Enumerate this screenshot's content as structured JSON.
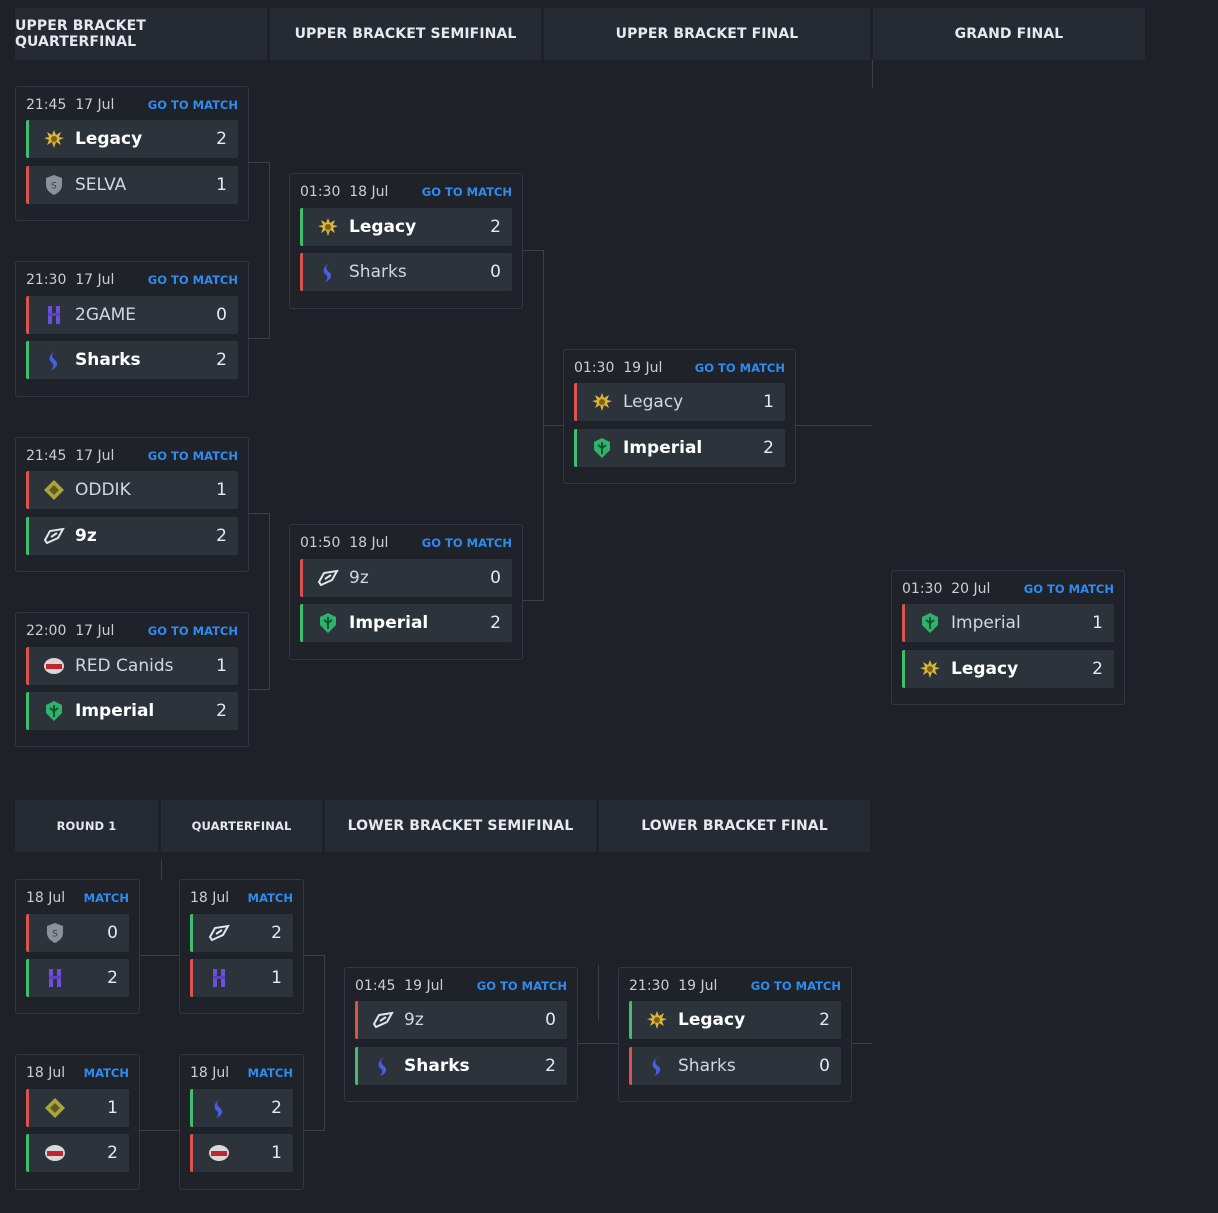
{
  "upper": {
    "headers": [
      "UPPER BRACKET QUARTERFINAL",
      "UPPER BRACKET SEMIFINAL",
      "UPPER BRACKET FINAL",
      "GRAND FINAL"
    ],
    "matches": [
      {
        "time": "21:45",
        "date": "17 Jul",
        "link": "GO TO MATCH",
        "t1": {
          "name": "Legacy",
          "score": "2",
          "logo": "legacy-icon",
          "win": true
        },
        "t2": {
          "name": "SELVA",
          "score": "1",
          "logo": "selva-icon",
          "win": false
        }
      },
      {
        "time": "21:30",
        "date": "17 Jul",
        "link": "GO TO MATCH",
        "t1": {
          "name": "2GAME",
          "score": "0",
          "logo": "2game-icon",
          "win": false
        },
        "t2": {
          "name": "Sharks",
          "score": "2",
          "logo": "sharks-icon",
          "win": true
        }
      },
      {
        "time": "21:45",
        "date": "17 Jul",
        "link": "GO TO MATCH",
        "t1": {
          "name": "ODDIK",
          "score": "1",
          "logo": "oddik-icon",
          "win": false
        },
        "t2": {
          "name": "9z",
          "score": "2",
          "logo": "9z-icon",
          "win": true
        }
      },
      {
        "time": "22:00",
        "date": "17 Jul",
        "link": "GO TO MATCH",
        "t1": {
          "name": "RED Canids",
          "score": "1",
          "logo": "red-canids-icon",
          "win": false
        },
        "t2": {
          "name": "Imperial",
          "score": "2",
          "logo": "imperial-icon",
          "win": true
        }
      },
      {
        "time": "01:30",
        "date": "18 Jul",
        "link": "GO TO MATCH",
        "t1": {
          "name": "Legacy",
          "score": "2",
          "logo": "legacy-icon",
          "win": true
        },
        "t2": {
          "name": "Sharks",
          "score": "0",
          "logo": "sharks-icon",
          "win": false
        }
      },
      {
        "time": "01:50",
        "date": "18 Jul",
        "link": "GO TO MATCH",
        "t1": {
          "name": "9z",
          "score": "0",
          "logo": "9z-icon",
          "win": false
        },
        "t2": {
          "name": "Imperial",
          "score": "2",
          "logo": "imperial-icon",
          "win": true
        }
      },
      {
        "time": "01:30",
        "date": "19 Jul",
        "link": "GO TO MATCH",
        "t1": {
          "name": "Legacy",
          "score": "1",
          "logo": "legacy-icon",
          "win": false
        },
        "t2": {
          "name": "Imperial",
          "score": "2",
          "logo": "imperial-icon",
          "win": true
        }
      },
      {
        "time": "01:30",
        "date": "20 Jul",
        "link": "GO TO MATCH",
        "t1": {
          "name": "Imperial",
          "score": "1",
          "logo": "imperial-icon",
          "win": false
        },
        "t2": {
          "name": "Legacy",
          "score": "2",
          "logo": "legacy-icon",
          "win": true
        }
      }
    ]
  },
  "lower": {
    "headers": [
      "ROUND 1",
      "QUARTERFINAL",
      "LOWER BRACKET SEMIFINAL",
      "LOWER BRACKET FINAL"
    ],
    "matches": [
      {
        "time": "",
        "date": "18 Jul",
        "link": "MATCH",
        "t1": {
          "name": "",
          "score": "0",
          "logo": "selva-icon",
          "win": false
        },
        "t2": {
          "name": "",
          "score": "2",
          "logo": "2game-icon",
          "win": true
        }
      },
      {
        "time": "",
        "date": "18 Jul",
        "link": "MATCH",
        "t1": {
          "name": "",
          "score": "1",
          "logo": "oddik-icon",
          "win": false
        },
        "t2": {
          "name": "",
          "score": "2",
          "logo": "red-canids-icon",
          "win": true
        }
      },
      {
        "time": "",
        "date": "18 Jul",
        "link": "MATCH",
        "t1": {
          "name": "",
          "score": "2",
          "logo": "9z-icon",
          "win": true
        },
        "t2": {
          "name": "",
          "score": "1",
          "logo": "2game-icon",
          "win": false
        }
      },
      {
        "time": "",
        "date": "18 Jul",
        "link": "MATCH",
        "t1": {
          "name": "",
          "score": "2",
          "logo": "sharks-icon",
          "win": true
        },
        "t2": {
          "name": "",
          "score": "1",
          "logo": "red-canids-icon",
          "win": false
        }
      },
      {
        "time": "01:45",
        "date": "19 Jul",
        "link": "GO TO MATCH",
        "t1": {
          "name": "9z",
          "score": "0",
          "logo": "9z-icon",
          "win": false
        },
        "t2": {
          "name": "Sharks",
          "score": "2",
          "logo": "sharks-icon",
          "win": true
        }
      },
      {
        "time": "21:30",
        "date": "19 Jul",
        "link": "GO TO MATCH",
        "t1": {
          "name": "Legacy",
          "score": "2",
          "logo": "legacy-icon",
          "win": true
        },
        "t2": {
          "name": "Sharks",
          "score": "0",
          "logo": "sharks-icon",
          "win": false
        }
      }
    ]
  }
}
